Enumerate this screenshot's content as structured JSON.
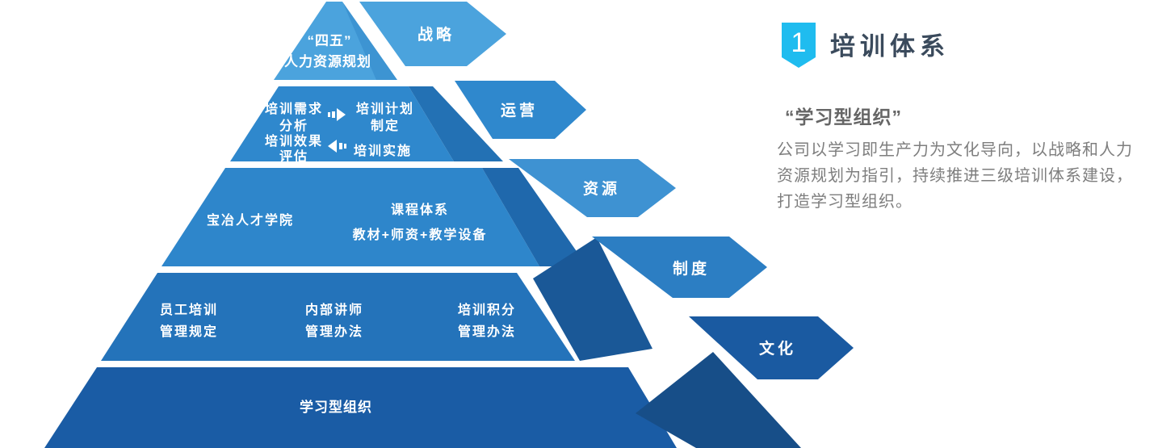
{
  "section": {
    "badge_number": "1",
    "title": "培训体系",
    "subtitle": "“学习型组织”",
    "paragraph_line1": "公司以学习即生产力为文化导向，以战略和人力",
    "paragraph_line2": "资源规划为指引，持续推进三级培训体系建设，",
    "paragraph_line3": "打造学习型组织。"
  },
  "pyramid": {
    "level1": {
      "banner": "战略",
      "line1": "“四五”",
      "line2": "人力资源规划"
    },
    "level2": {
      "banner": "运营",
      "cell1_line1": "培训需求",
      "cell1_line2": "分析",
      "cell2_line1": "培训计划",
      "cell2_line2": "制定",
      "cell3_line1": "培训效果",
      "cell3_line2": "评估",
      "cell4": "培训实施"
    },
    "level3": {
      "banner": "资源",
      "left": "宝冶人才学院",
      "center_line1": "课程体系",
      "center_line2": "教材+师资+教学设备"
    },
    "level4": {
      "banner": "制度",
      "col1_line1": "员工培训",
      "col1_line2": "管理规定",
      "col2_line1": "内部讲师",
      "col2_line2": "管理办法",
      "col3_line1": "培训积分",
      "col3_line2": "管理办法"
    },
    "level5": {
      "banner": "文化",
      "label": "学习型组织"
    }
  },
  "colors": {
    "level1_body": "#4BA3DD",
    "level1_fold": "#3D94D2",
    "level1_banner": "#4BA3DD",
    "level2_body": "#2F88CD",
    "level2_fold": "#2371B4",
    "level2_banner": "#2F88CD",
    "level3_body": "#2E86CB",
    "level3_fold": "#1F68AC",
    "level3_banner": "#3E92D2",
    "level4_body": "#2473BA",
    "level4_fold": "#1A5897",
    "level4_banner": "#2C7EC3",
    "level5_body": "#1A5CA5",
    "level5_fold": "#174E88",
    "level5_banner": "#1A5AA1",
    "badge": "#1FBCEF",
    "title_text": "#3A4A5C",
    "subtitle_text": "#666666",
    "paragraph_text": "#7E7E7E",
    "pyramid_text": "#FFFFFF"
  }
}
